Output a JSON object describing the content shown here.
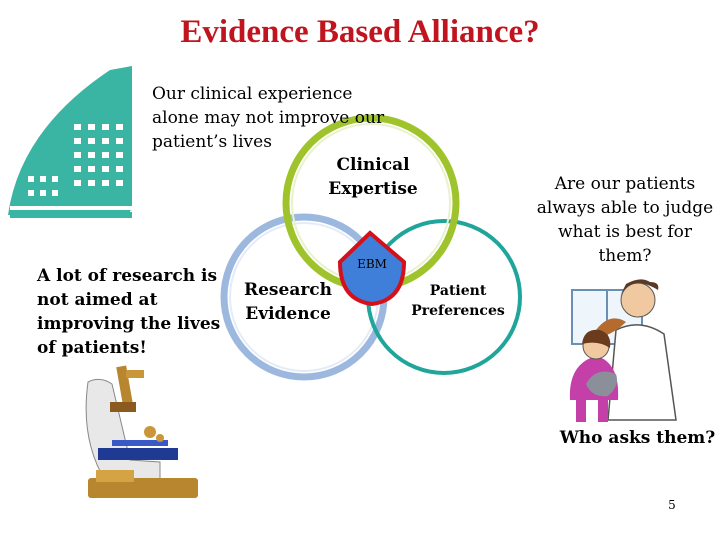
{
  "slide": {
    "title": "Evidence Based Alliance?",
    "page_number": "5"
  },
  "notes": {
    "clinical_experience": "Our clinical experience alone may not improve our patient’s lives",
    "research": "A lot of research is not aimed at improving the lives of patients!",
    "patients_judge": "Are our patients always able to judge what is best for them?",
    "who_asks": "Who asks them?"
  },
  "venn": {
    "clinical": "Clinical Expertise",
    "research": "Research Evidence",
    "patient": "Patient Preferences",
    "center": "EBM"
  },
  "icons": {
    "building": "hospital-building-icon",
    "microscope": "microscope-icon",
    "vet": "vet-with-patients-icon"
  },
  "colors": {
    "title": "#c0141e",
    "clinical_ring": "#9fc42b",
    "research_ring": "#9db8de",
    "patient_ring": "#1fa59a",
    "ebm_fill": "#3f7fd9",
    "ebm_border": "#d4111b",
    "building_teal": "#3bb5a3"
  }
}
